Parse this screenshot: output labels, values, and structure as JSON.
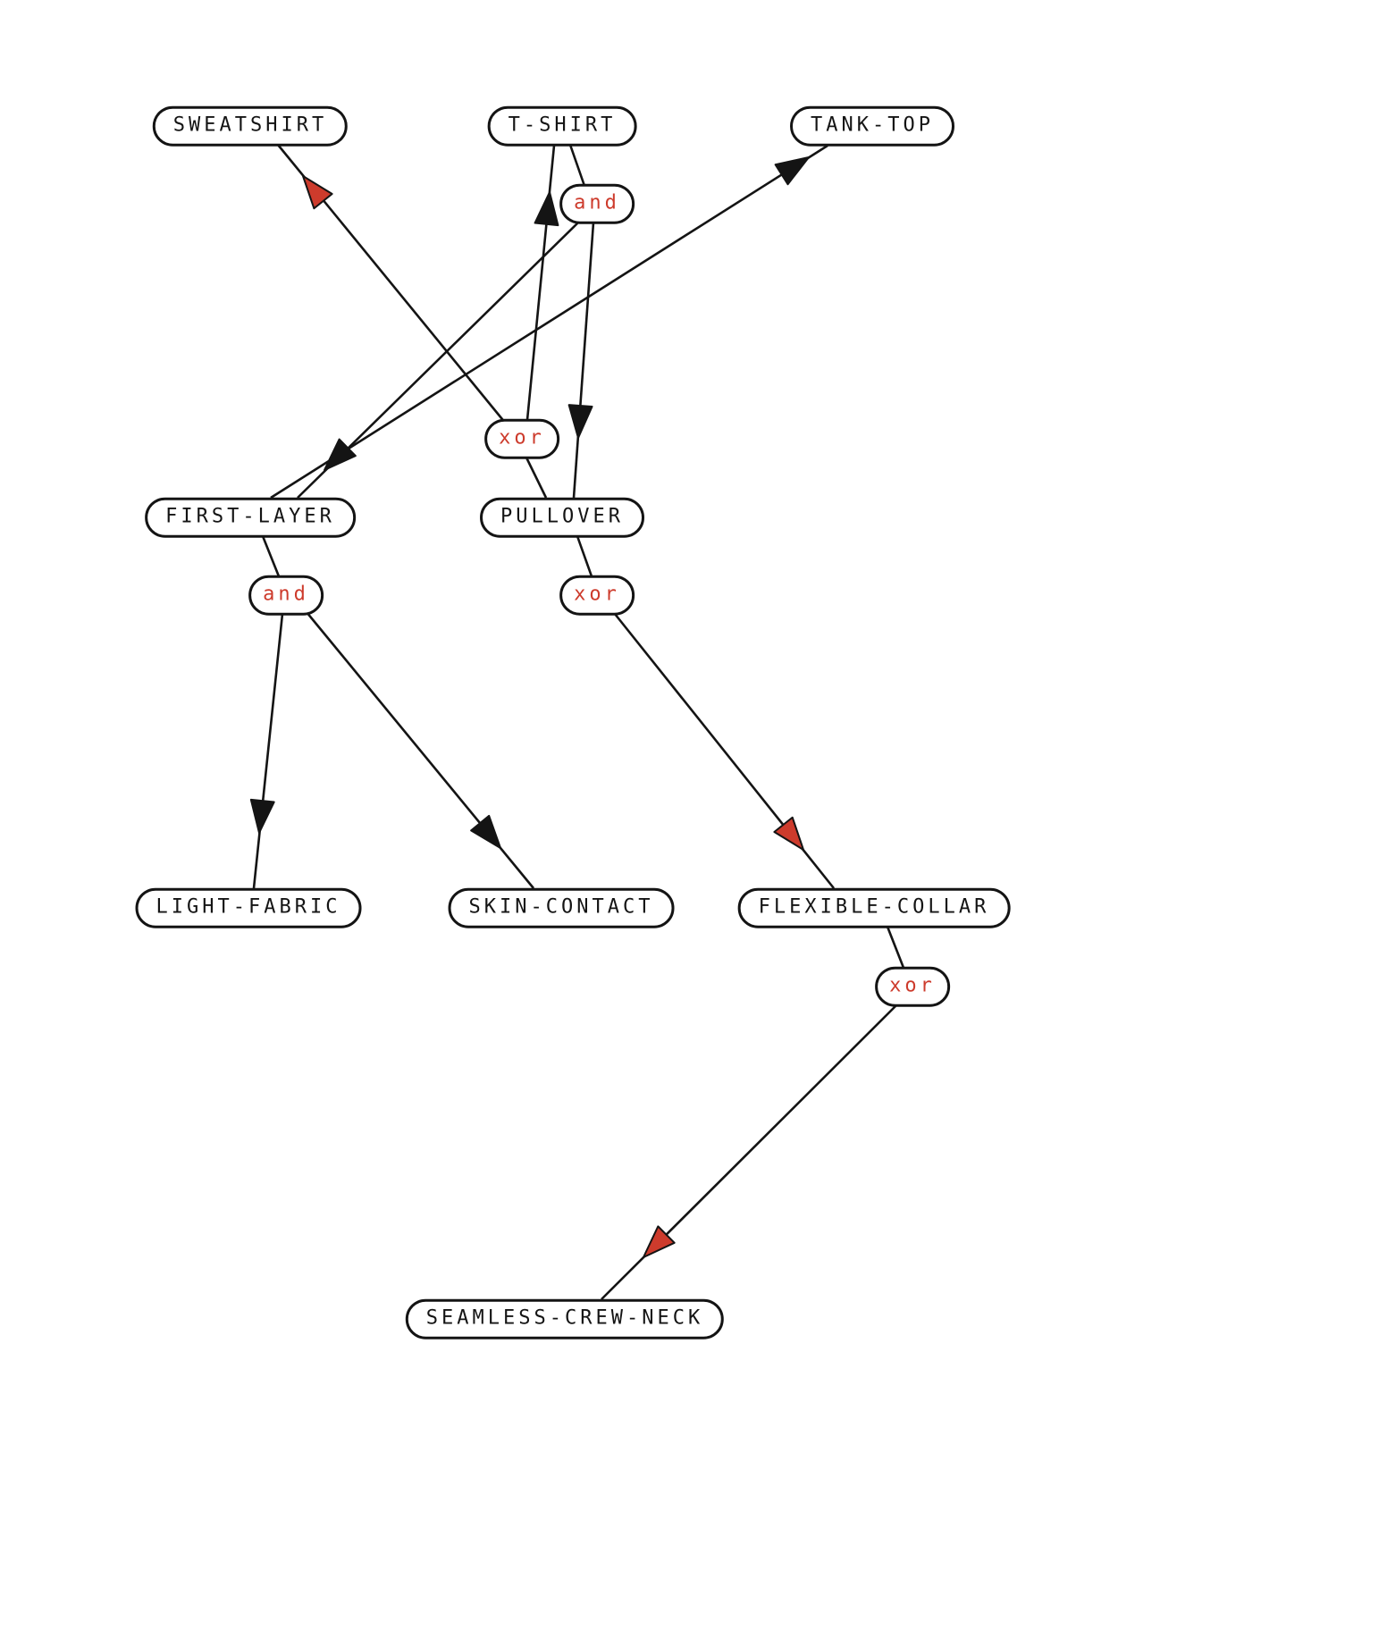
{
  "diagram": {
    "type": "constraint-graph",
    "nodes": {
      "sweatshirt": {
        "label": "SWEATSHIRT",
        "kind": "feature"
      },
      "tshirt": {
        "label": "T-SHIRT",
        "kind": "feature"
      },
      "tanktop": {
        "label": "TANK-TOP",
        "kind": "feature"
      },
      "first_layer": {
        "label": "FIRST-LAYER",
        "kind": "feature"
      },
      "pullover": {
        "label": "PULLOVER",
        "kind": "feature"
      },
      "light_fabric": {
        "label": "LIGHT-FABRIC",
        "kind": "feature"
      },
      "skin_contact": {
        "label": "SKIN-CONTACT",
        "kind": "feature"
      },
      "flexible_collar": {
        "label": "FLEXIBLE-COLLAR",
        "kind": "feature"
      },
      "seamless_crew_neck": {
        "label": "SEAMLESS-CREW-NECK",
        "kind": "feature"
      },
      "and1": {
        "label": "and",
        "kind": "operator"
      },
      "xor1": {
        "label": "xor",
        "kind": "operator"
      },
      "and2": {
        "label": "and",
        "kind": "operator"
      },
      "xor2": {
        "label": "xor",
        "kind": "operator"
      },
      "xor3": {
        "label": "xor",
        "kind": "operator"
      }
    },
    "edges": [
      {
        "source": "PULLOVER",
        "gate": "xor",
        "gate_node": "xor1",
        "targets": [
          "SWEATSHIRT",
          "T-SHIRT"
        ],
        "arrowheads": [
          "red",
          "black"
        ]
      },
      {
        "source": "T-SHIRT",
        "gate": "and",
        "gate_node": "and1",
        "targets": [
          "FIRST-LAYER",
          "PULLOVER"
        ],
        "arrowheads": [
          "black",
          "black"
        ]
      },
      {
        "source": "FIRST-LAYER",
        "gate": null,
        "gate_node": null,
        "targets": [
          "TANK-TOP"
        ],
        "arrowheads": [
          "black"
        ]
      },
      {
        "source": "FIRST-LAYER",
        "gate": "and",
        "gate_node": "and2",
        "targets": [
          "LIGHT-FABRIC",
          "SKIN-CONTACT"
        ],
        "arrowheads": [
          "black",
          "black"
        ]
      },
      {
        "source": "PULLOVER",
        "gate": "xor",
        "gate_node": "xor2",
        "targets": [
          "FLEXIBLE-COLLAR"
        ],
        "arrowheads": [
          "red"
        ]
      },
      {
        "source": "FLEXIBLE-COLLAR",
        "gate": "xor",
        "gate_node": "xor3",
        "targets": [
          "SEAMLESS-CREW-NECK"
        ],
        "arrowheads": [
          "red"
        ]
      }
    ],
    "colors": {
      "edge": "#141414",
      "node_border": "#141414",
      "node_text": "#141414",
      "operator_text": "#cd3b2c",
      "arrow_black": "#141414",
      "arrow_red": "#cd3b2c",
      "background": "#ffffff"
    }
  }
}
